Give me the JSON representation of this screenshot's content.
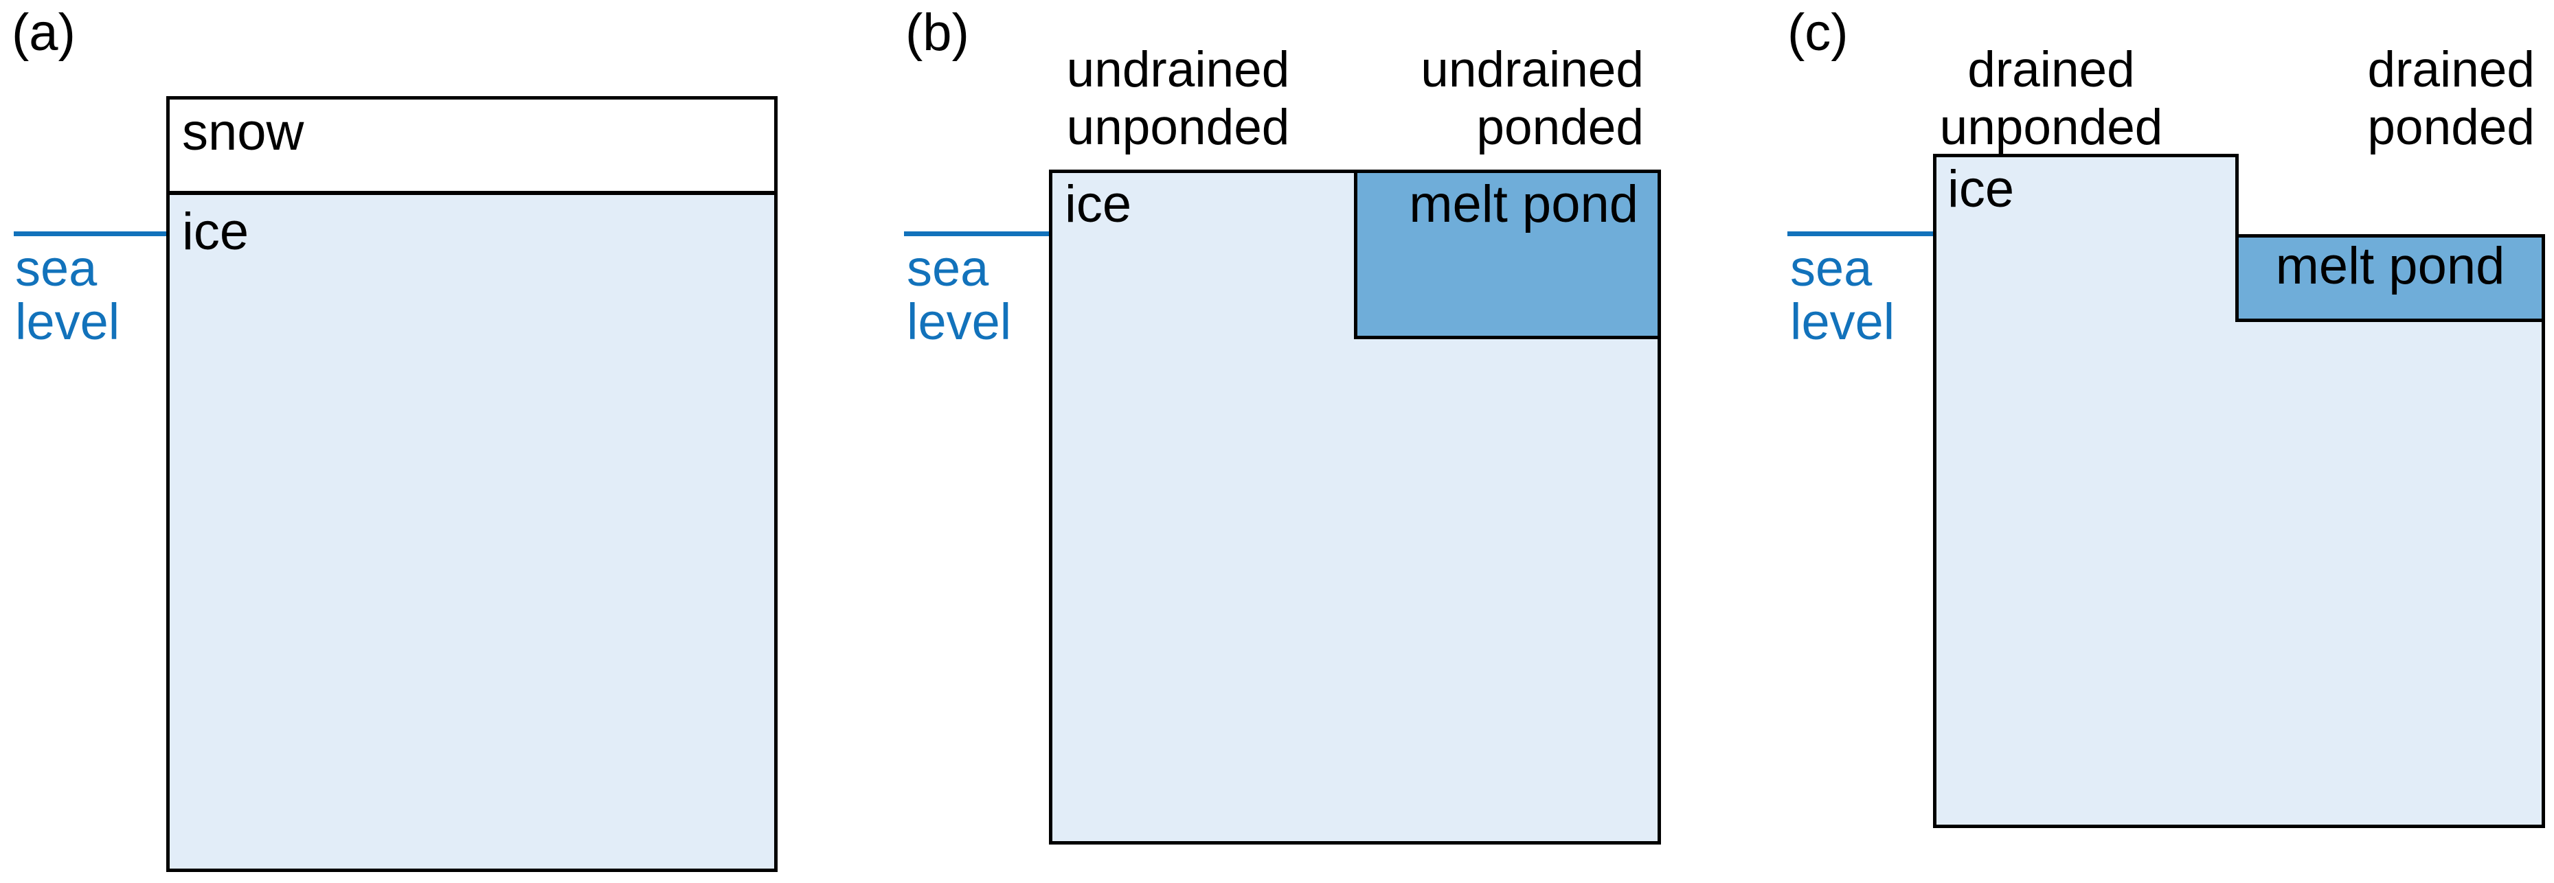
{
  "figure": {
    "description_labels_only": "sea ice pond schematic",
    "sea_level": {
      "line1": "sea",
      "line2": "level"
    },
    "panels": {
      "a": {
        "label": "(a)",
        "snow_label": "snow",
        "ice_label": "ice"
      },
      "b": {
        "label": "(b)",
        "headers": [
          {
            "line1": "undrained",
            "line2": "unponded"
          },
          {
            "line1": "undrained",
            "line2": "ponded"
          }
        ],
        "ice_label": "ice",
        "pond_label": "melt pond"
      },
      "c": {
        "label": "(c)",
        "headers": [
          {
            "line1": "drained",
            "line2": "unponded"
          },
          {
            "line1": "drained",
            "line2": "ponded"
          }
        ],
        "ice_label": "ice",
        "pond_label": "melt pond"
      }
    }
  },
  "colors": {
    "ice_fill": "#e2edf8",
    "pond_fill": "#6fadd9",
    "sea_blue": "#1272bb",
    "outline": "#000000",
    "text": "#000000"
  }
}
